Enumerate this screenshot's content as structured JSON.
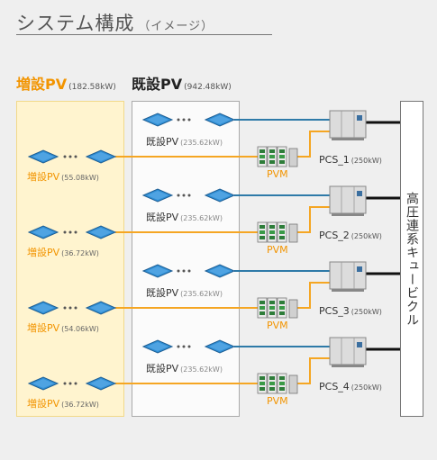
{
  "title": {
    "main": "システム構成",
    "sub": "（イメージ）"
  },
  "headers": {
    "new": {
      "name": "増設PV",
      "capacity": "(182.58kW)"
    },
    "existing": {
      "name": "既設PV",
      "capacity": "(942.48kW)"
    }
  },
  "new_pv": [
    {
      "name": "増設PV",
      "capacity": "(55.08kW)"
    },
    {
      "name": "増設PV",
      "capacity": "(36.72kW)"
    },
    {
      "name": "増設PV",
      "capacity": "(54.06kW)"
    },
    {
      "name": "増設PV",
      "capacity": "(36.72kW)"
    }
  ],
  "existing_pv": [
    {
      "name": "既設PV",
      "capacity": "(235.62kW)"
    },
    {
      "name": "既設PV",
      "capacity": "(235.62kW)"
    },
    {
      "name": "既設PV",
      "capacity": "(235.62kW)"
    },
    {
      "name": "既設PV",
      "capacity": "(235.62kW)"
    }
  ],
  "pvm": [
    "PVM",
    "PVM",
    "PVM",
    "PVM"
  ],
  "pcs": [
    {
      "name": "PCS_1",
      "capacity": "(250kW)"
    },
    {
      "name": "PCS_2",
      "capacity": "(250kW)"
    },
    {
      "name": "PCS_3",
      "capacity": "(250kW)"
    },
    {
      "name": "PCS_4",
      "capacity": "(250kW)"
    }
  ],
  "grid": "高圧連系キュービクル",
  "colors": {
    "new_line": "#f5a623",
    "existing_line": "#2e7aa8",
    "panel": "#2f8fd6",
    "accent": "#f29400"
  }
}
